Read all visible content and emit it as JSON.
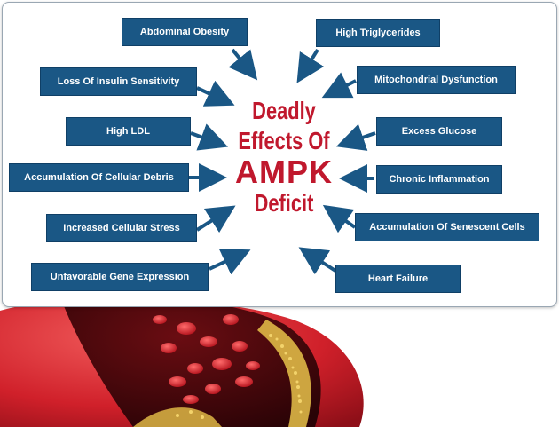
{
  "title": {
    "line1": "Deadly",
    "line2": "Effects Of",
    "line3": "AMPK",
    "line4": "Deficit"
  },
  "effects_left": [
    "Abdominal Obesity",
    "Loss Of Insulin Sensitivity",
    "High LDL",
    "Accumulation Of Cellular Debris",
    "Increased Cellular Stress",
    "Unfavorable Gene Expression"
  ],
  "effects_right": [
    "High Triglycerides",
    "Mitochondrial Dysfunction",
    "Excess Glucose",
    "Chronic Inflammation",
    "Accumulation Of Senescent Cells",
    "Heart Failure"
  ],
  "colors": {
    "box_fill": "#1a5785",
    "title_red": "#c0182d",
    "arrow": "#1a5785",
    "artery_wall": "#d0202a",
    "plaque": "#e8c24a"
  },
  "icons": {
    "arrow": "arrow-pointing-to-title-icon",
    "illustration": "artery-cross-section-icon"
  }
}
